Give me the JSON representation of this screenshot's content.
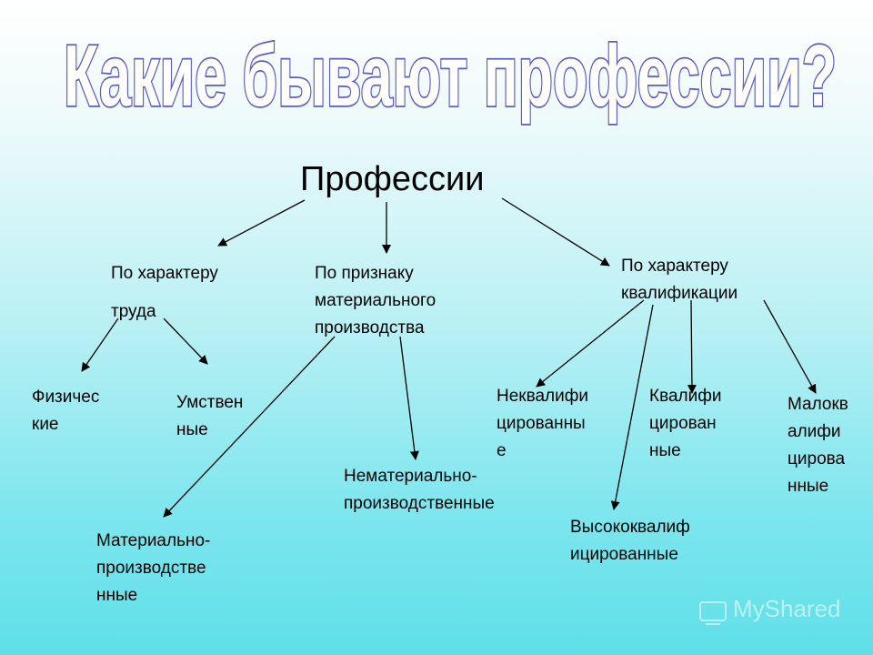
{
  "title": "Какие бывают профессии?",
  "root": "Профессии",
  "branches": {
    "labor": {
      "line1": "По характеру",
      "line2": "труда"
    },
    "material": {
      "line1": "По признаку",
      "line2": "материального",
      "line3": "производства"
    },
    "qualification": {
      "line1": "По характеру",
      "line2": "квалификации"
    }
  },
  "leaves": {
    "physical": {
      "line1": "Физичес",
      "line2": "кие"
    },
    "mental": {
      "line1": "Умствен",
      "line2": "ные"
    },
    "material_prod": {
      "line1": "Материально-",
      "line2": "производстве",
      "line3": "нные"
    },
    "nonmaterial_prod": {
      "line1": "Нематериально-",
      "line2": "производственные"
    },
    "unqualified": {
      "line1": "Неквалифи",
      "line2": "цированны",
      "line3": "е"
    },
    "qualified": {
      "line1": "Квалифи",
      "line2": "цирован",
      "line3": "ные"
    },
    "low_qualified": {
      "line1": "Малокв",
      "line2": "алифи",
      "line3": "цирова",
      "line4": "нные"
    },
    "high_qualified": {
      "line1": "Высококвалиф",
      "line2": "ицированные"
    }
  },
  "watermark": "MyShared"
}
